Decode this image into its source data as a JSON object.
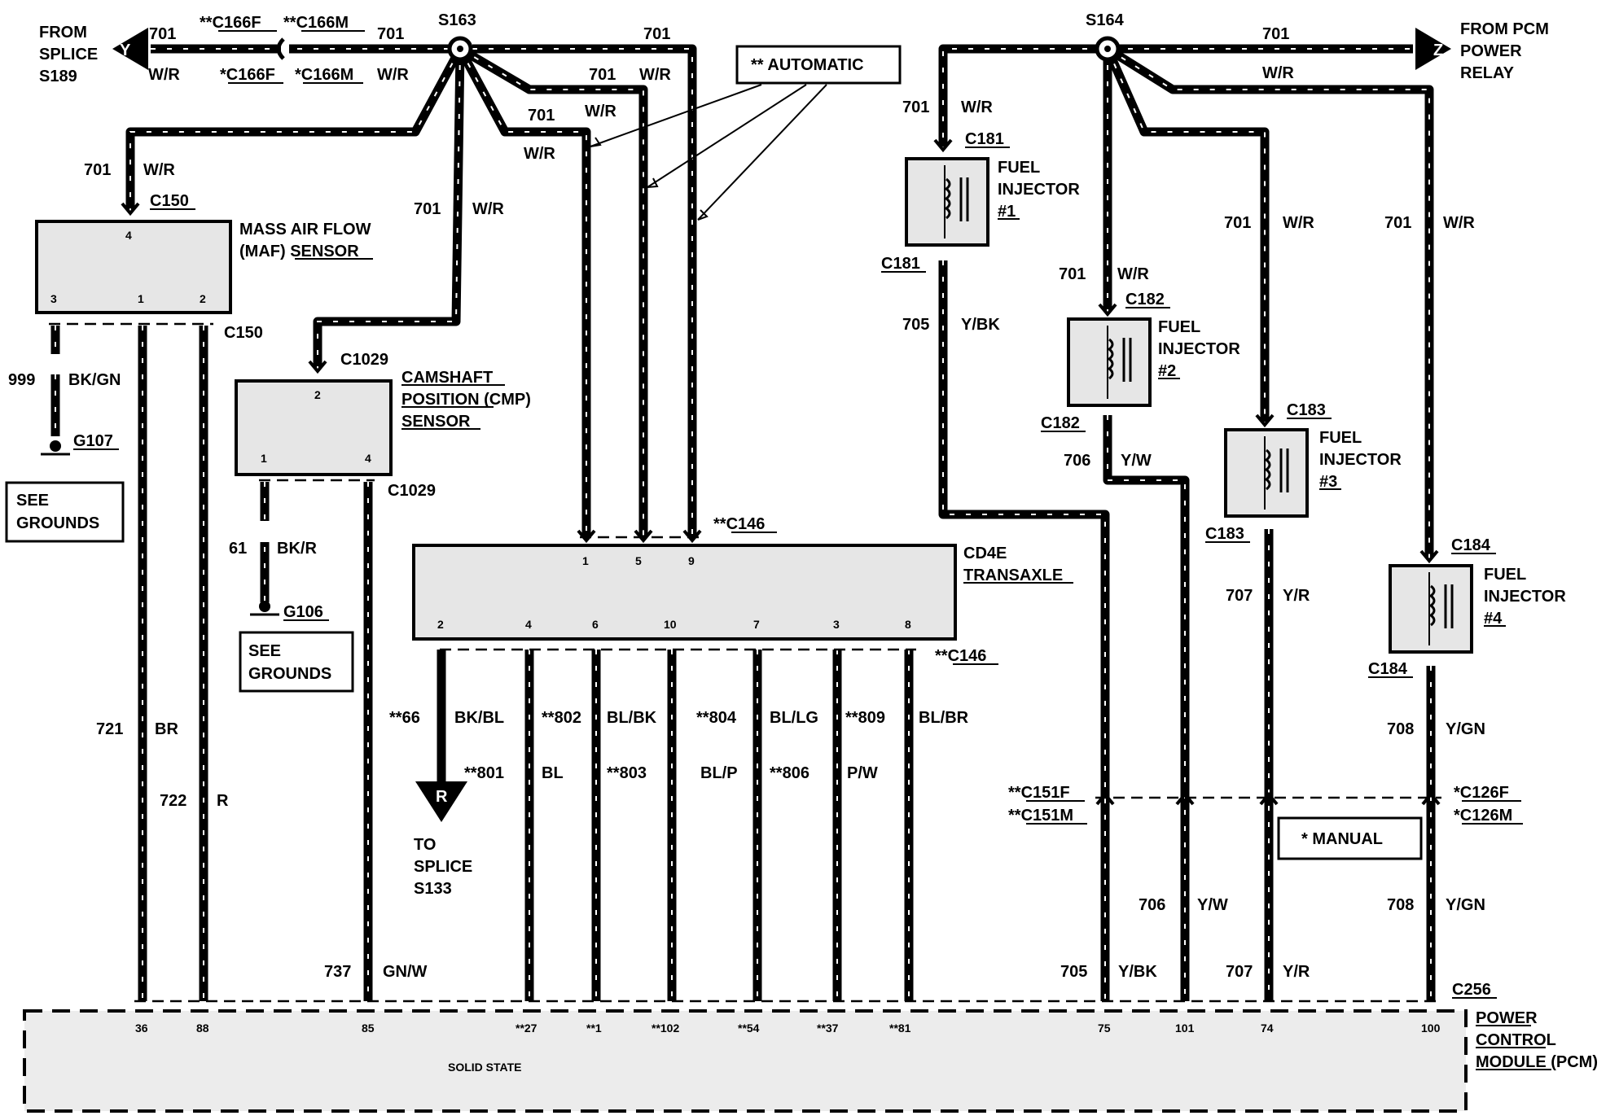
{
  "wire_labels": [
    {
      "id": "w701_top_a",
      "text": "701"
    },
    {
      "id": "wr_top_a",
      "text": "W/R"
    },
    {
      "id": "w701_top_b",
      "text": "701"
    },
    {
      "id": "wr_top_b",
      "text": "W/R"
    },
    {
      "id": "w701_top_c",
      "text": "701"
    },
    {
      "id": "wr_top_c",
      "text": "W/R"
    },
    {
      "id": "w701_t1",
      "text": "701"
    },
    {
      "id": "wr_t1",
      "text": "W/R"
    },
    {
      "id": "w701_t2",
      "text": "701"
    },
    {
      "id": "wr_t2",
      "text": "W/R"
    },
    {
      "id": "w701_maf",
      "text": "701"
    },
    {
      "id": "wr_maf",
      "text": "W/R"
    },
    {
      "id": "w701_cmp",
      "text": "701"
    },
    {
      "id": "wr_cmp",
      "text": "W/R"
    },
    {
      "id": "w999",
      "text": "999"
    },
    {
      "id": "bkgn",
      "text": "BK/GN"
    },
    {
      "id": "w61",
      "text": "61"
    },
    {
      "id": "bkr",
      "text": "BK/R"
    },
    {
      "id": "w721",
      "text": "721"
    },
    {
      "id": "br",
      "text": "BR"
    },
    {
      "id": "w722",
      "text": "722"
    },
    {
      "id": "r",
      "text": "R"
    },
    {
      "id": "w737",
      "text": "737"
    },
    {
      "id": "gnw",
      "text": "GN/W"
    },
    {
      "id": "w66",
      "text": "**66"
    },
    {
      "id": "bkbl",
      "text": "BK/BL"
    },
    {
      "id": "w801",
      "text": "**801"
    },
    {
      "id": "bl",
      "text": "BL"
    },
    {
      "id": "w802",
      "text": "**802"
    },
    {
      "id": "blbk",
      "text": "BL/BK"
    },
    {
      "id": "w803",
      "text": "**803"
    },
    {
      "id": "w804",
      "text": "**804"
    },
    {
      "id": "bllg",
      "text": "BL/LG"
    },
    {
      "id": "blp",
      "text": "BL/P"
    },
    {
      "id": "w806",
      "text": "**806"
    },
    {
      "id": "w809",
      "text": "**809"
    },
    {
      "id": "pw",
      "text": "P/W"
    },
    {
      "id": "blbr",
      "text": "BL/BR"
    },
    {
      "id": "w701_pcm",
      "text": "701"
    },
    {
      "id": "wr_pcm",
      "text": "W/R"
    },
    {
      "id": "w701_inj1",
      "text": "701"
    },
    {
      "id": "wr_inj1",
      "text": "W/R"
    },
    {
      "id": "w701_inj2",
      "text": "701"
    },
    {
      "id": "wr_inj2",
      "text": "W/R"
    },
    {
      "id": "w701_inj3",
      "text": "701"
    },
    {
      "id": "wr_inj3",
      "text": "W/R"
    },
    {
      "id": "w701_inj4",
      "text": "701"
    },
    {
      "id": "wr_inj4",
      "text": "W/R"
    },
    {
      "id": "w705",
      "text": "705"
    },
    {
      "id": "ybk",
      "text": "Y/BK"
    },
    {
      "id": "w706",
      "text": "706"
    },
    {
      "id": "yw",
      "text": "Y/W"
    },
    {
      "id": "w707",
      "text": "707"
    },
    {
      "id": "yr",
      "text": "Y/R"
    },
    {
      "id": "w708",
      "text": "708"
    },
    {
      "id": "ygn",
      "text": "Y/GN"
    },
    {
      "id": "w706b",
      "text": "706"
    },
    {
      "id": "ywb",
      "text": "Y/W"
    },
    {
      "id": "w708b",
      "text": "708"
    },
    {
      "id": "ygnb",
      "text": "Y/GN"
    },
    {
      "id": "w705b",
      "text": "705"
    },
    {
      "id": "ybkb",
      "text": "Y/BK"
    },
    {
      "id": "w707b",
      "text": "707"
    },
    {
      "id": "yrb",
      "text": "Y/R"
    }
  ],
  "connectors": [
    {
      "id": "c166f_a",
      "text": "**C166F"
    },
    {
      "id": "c166m_a",
      "text": "**C166M"
    },
    {
      "id": "c166f_b",
      "text": "*C166F"
    },
    {
      "id": "c166m_b",
      "text": "*C166M"
    },
    {
      "id": "s163",
      "text": "S163"
    },
    {
      "id": "s164",
      "text": "S164"
    },
    {
      "id": "c150_top",
      "text": "C150"
    },
    {
      "id": "c150_bot",
      "text": "C150"
    },
    {
      "id": "c1029_top",
      "text": "C1029"
    },
    {
      "id": "c1029_bot",
      "text": "C1029"
    },
    {
      "id": "g107",
      "text": "G107"
    },
    {
      "id": "g106",
      "text": "G106"
    },
    {
      "id": "c146_top",
      "text": "**C146"
    },
    {
      "id": "c146_bot",
      "text": "**C146"
    },
    {
      "id": "c181_top",
      "text": "C181"
    },
    {
      "id": "c181_bot",
      "text": "C181"
    },
    {
      "id": "c182_top",
      "text": "C182"
    },
    {
      "id": "c182_bot",
      "text": "C182"
    },
    {
      "id": "c183_top",
      "text": "C183"
    },
    {
      "id": "c183_bot",
      "text": "C183"
    },
    {
      "id": "c184_top",
      "text": "C184"
    },
    {
      "id": "c184_bot",
      "text": "C184"
    },
    {
      "id": "c151f",
      "text": "**C151F"
    },
    {
      "id": "c151m",
      "text": "**C151M"
    },
    {
      "id": "c126f",
      "text": "*C126F"
    },
    {
      "id": "c126m",
      "text": "*C126M"
    },
    {
      "id": "c256",
      "text": "C256"
    }
  ],
  "texts": {
    "from_splice": [
      "FROM",
      "SPLICE",
      "S189"
    ],
    "from_pcm": [
      "FROM PCM",
      "POWER",
      "RELAY"
    ],
    "to_splice": [
      "TO",
      "SPLICE",
      "S133"
    ],
    "automatic": "** AUTOMATIC",
    "manual": "* MANUAL",
    "see_grounds_1": [
      "SEE",
      "GROUNDS"
    ],
    "see_grounds_2": [
      "SEE",
      "GROUNDS"
    ],
    "maf": [
      "MASS AIR FLOW",
      "(MAF) SENSOR"
    ],
    "cmp": [
      "CAMSHAFT",
      "POSITION (CMP)",
      "SENSOR"
    ],
    "transaxle": [
      "CD4E",
      "TRANSAXLE"
    ],
    "inj1": [
      "FUEL",
      "INJECTOR",
      "#1"
    ],
    "inj2": [
      "FUEL",
      "INJECTOR",
      "#2"
    ],
    "inj3": [
      "FUEL",
      "INJECTOR",
      "#3"
    ],
    "inj4": [
      "FUEL",
      "INJECTOR",
      "#4"
    ],
    "pcm": [
      "POWER",
      "CONTROL",
      "MODULE (PCM)"
    ],
    "solid_state": "SOLID STATE",
    "term_y": "Y",
    "term_z": "Z",
    "term_r": "R"
  },
  "pins": {
    "maf": [
      "4",
      "3",
      "1",
      "2"
    ],
    "cmp": [
      "2",
      "1",
      "4"
    ],
    "trans_top": [
      "1",
      "5",
      "9"
    ],
    "trans_bot": [
      "2",
      "4",
      "6",
      "10",
      "7",
      "3",
      "8"
    ],
    "pcm": [
      "36",
      "88",
      "85",
      "**27",
      "**1",
      "**102",
      "**54",
      "**37",
      "**81",
      "75",
      "101",
      "74",
      "100"
    ]
  }
}
